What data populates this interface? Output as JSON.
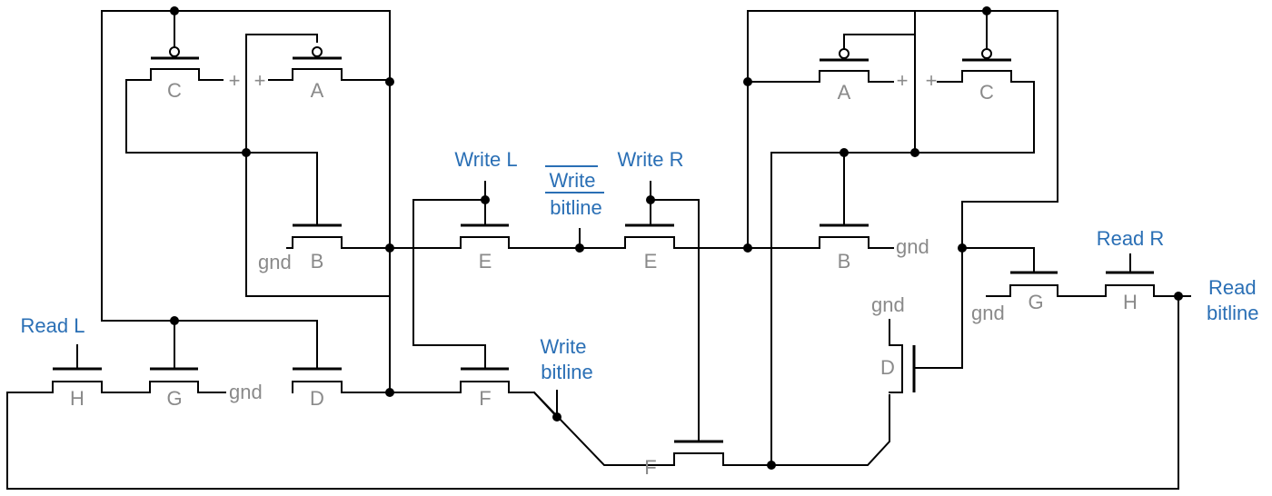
{
  "transistors": {
    "C_left": "C",
    "A_left": "A",
    "B_left": "B",
    "E_left": "E",
    "E_right": "E",
    "A_right": "A",
    "C_right": "C",
    "B_right": "B",
    "H_left": "H",
    "G_left": "G",
    "D_left": "D",
    "F_left": "F",
    "F_bottom": "F",
    "D_right": "D",
    "G_right": "G",
    "H_right": "H"
  },
  "signals": {
    "write_l": "Write L",
    "write_bar_top": "Write",
    "write_bar_bottom": "bitline",
    "write_r": "Write R",
    "read_l": "Read L",
    "read_r": "Read R",
    "write_bitline_top": "Write",
    "write_bitline_bottom": "bitline",
    "read_bitline_top": "Read",
    "read_bitline_bottom": "bitline"
  },
  "supply": {
    "plus": "+",
    "gnd": "gnd"
  },
  "colors": {
    "signal_label": "#2a6fb5",
    "transistor_label": "#8a8a8a",
    "wire": "#000000"
  }
}
